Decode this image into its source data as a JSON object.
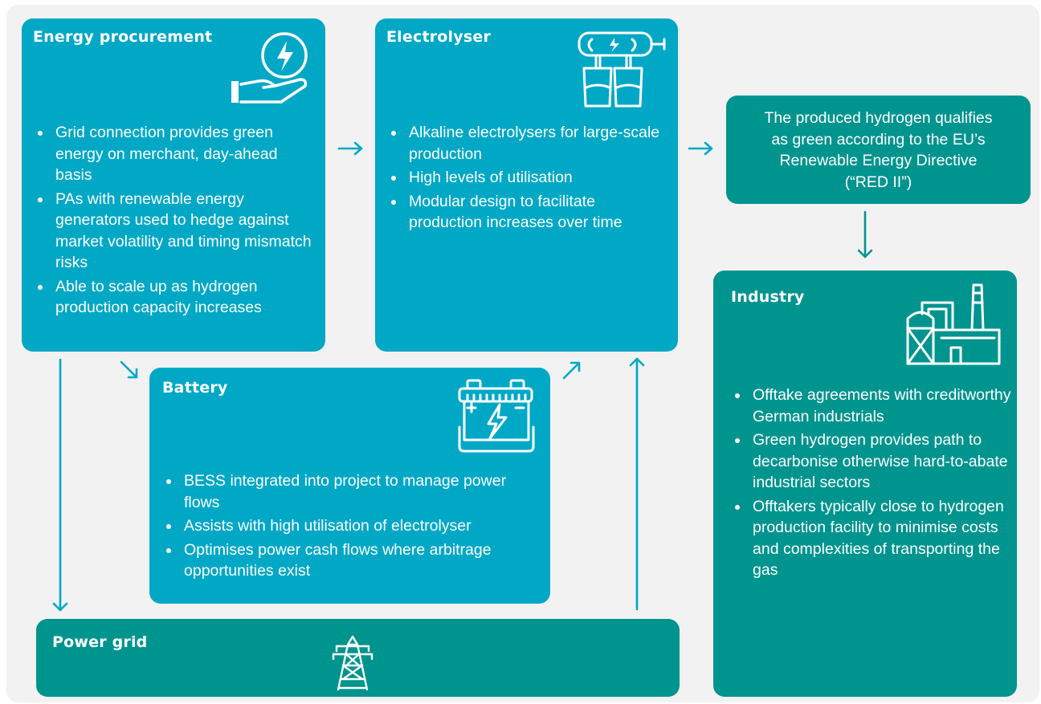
{
  "colors": {
    "blue": "#00a8c6",
    "teal": "#00948f",
    "arrow": "#00a8c6",
    "arrow_teal": "#00948f"
  },
  "energy_procurement": {
    "title": "Energy procurement",
    "icon": "hand-lightning-icon",
    "bullets": [
      "Grid connection provides green energy on merchant, day-ahead basis",
      "PAs with renewable energy generators used to hedge against market volatility and timing mismatch risks",
      "Able to scale up as hydrogen production capacity increases"
    ]
  },
  "electrolyser": {
    "title": "Electrolyser",
    "icon": "electrolyser-icon",
    "bullets": [
      "Alkaline electrolysers for large-scale production",
      "High levels of utilisation",
      "Modular design to facilitate production increases over time"
    ]
  },
  "green_hydrogen": {
    "text": "The produced hydrogen qualifies as green according to the EU’s Renewable Energy Directive (“RED II”)"
  },
  "battery": {
    "title": "Battery",
    "icon": "battery-icon",
    "bullets": [
      "BESS integrated into project to manage power flows",
      "Assists with high utilisation of electrolyser",
      "Optimises power cash flows where arbitrage opportunities exist"
    ]
  },
  "industry": {
    "title": "Industry",
    "icon": "factory-icon",
    "bullets": [
      "Offtake agreements with creditworthy German industrials",
      "Green hydrogen provides path to decarbonise otherwise hard-to-abate industrial sectors",
      "Offtakers typically close to hydrogen production facility to minimise costs and complexities of transporting the gas"
    ]
  },
  "power_grid": {
    "title": "Power grid",
    "icon": "pylon-icon"
  }
}
